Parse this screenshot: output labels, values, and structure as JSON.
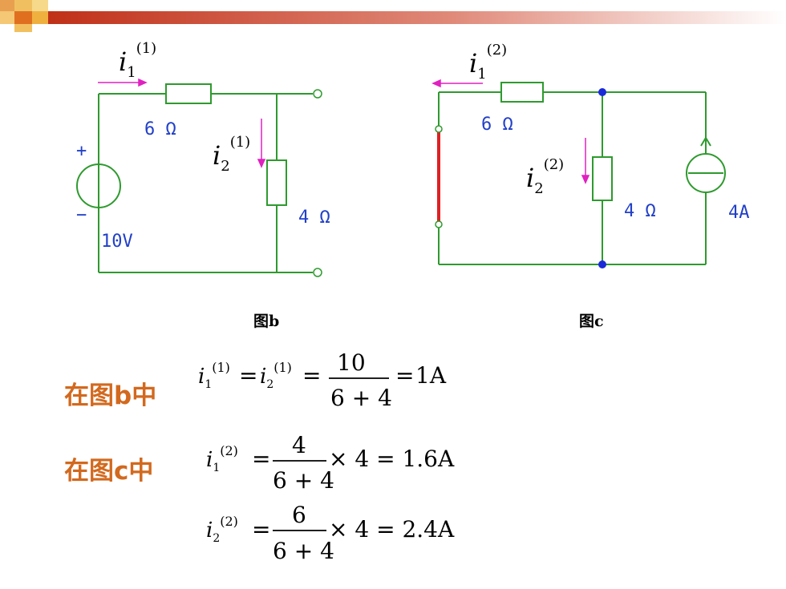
{
  "figure_b": {
    "caption": "图b",
    "source_plus": "+",
    "source_minus": "−",
    "source_voltage": "10V",
    "r1": "6 Ω",
    "r2": "4 Ω",
    "current_i1_main": "i",
    "current_i1_sub": "1",
    "current_i1_sup": "(1)",
    "current_i2_main": "i",
    "current_i2_sub": "2",
    "current_i2_sup": "(1)"
  },
  "figure_c": {
    "caption": "图c",
    "r1": "6 Ω",
    "r2": "4 Ω",
    "current_source": "4A",
    "current_i1_main": "i",
    "current_i1_sub": "1",
    "current_i1_sup": "(2)",
    "current_i2_main": "i",
    "current_i2_sub": "2",
    "current_i2_sup": "(2)"
  },
  "solution": {
    "label_b": "在图b中",
    "label_c": "在图c中",
    "eq1": {
      "lhs1_main": "i",
      "lhs1_sub": "1",
      "lhs1_sup": "(1)",
      "eq_sign1": "=",
      "lhs2_main": "i",
      "lhs2_sub": "2",
      "lhs2_sup": "(1)",
      "eq_sign2": "=",
      "numerator": "10",
      "denominator": "6 + 4",
      "eq_sign3": "=",
      "result": "1A"
    },
    "eq2": {
      "lhs_main": "i",
      "lhs_sub": "1",
      "lhs_sup": "(2)",
      "eq_sign": "=",
      "numerator": "4",
      "denominator": "6 + 4",
      "tail": "× 4 = 1.6A"
    },
    "eq3": {
      "lhs_main": "i",
      "lhs_sub": "2",
      "lhs_sup": "(2)",
      "eq_sign": "=",
      "numerator": "6",
      "denominator": "6 + 4",
      "tail": "× 4 = 2.4A"
    }
  },
  "colors": {
    "wire": "#2e9a2e",
    "label_text": "#2240c8",
    "arrow": "#e020c0",
    "short": "#dd2222",
    "node": "#1a2ad8",
    "heading": "#d2691e"
  }
}
